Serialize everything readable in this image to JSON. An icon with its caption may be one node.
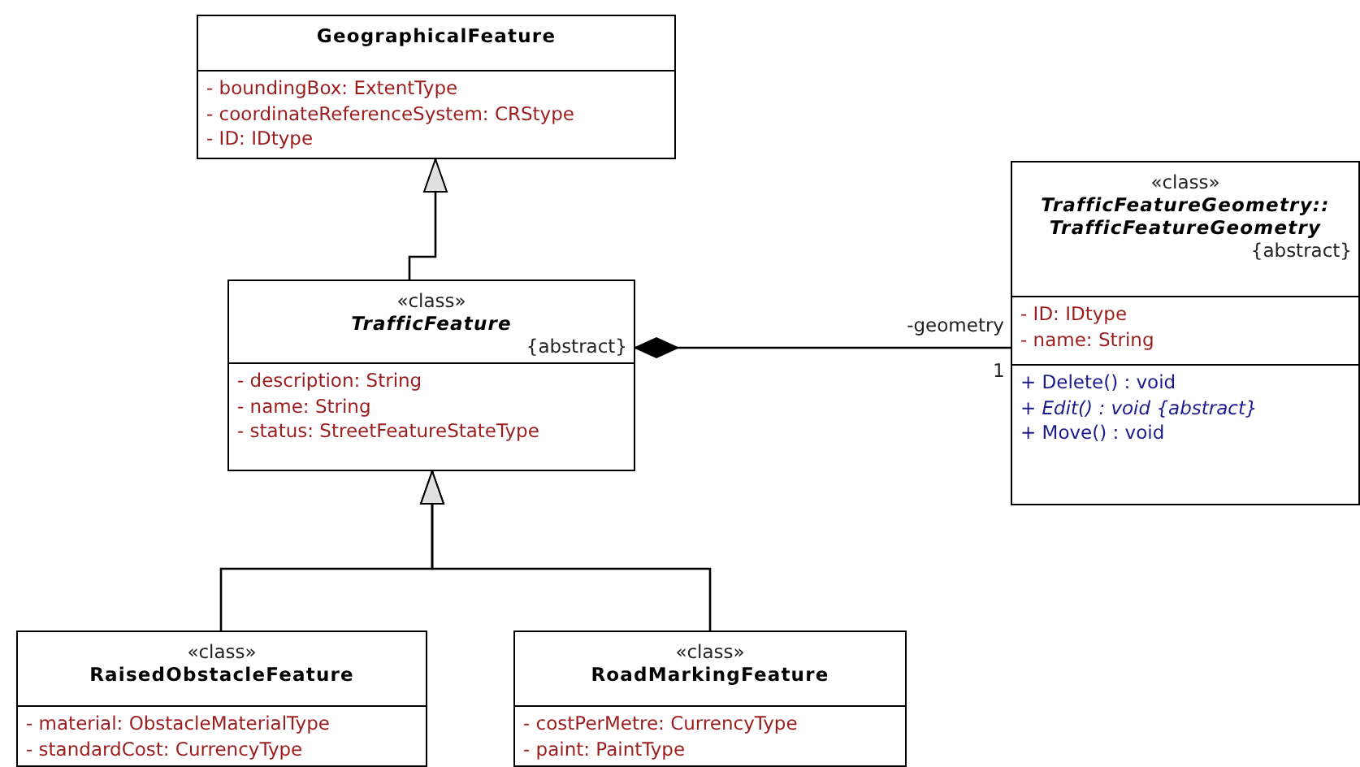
{
  "diagram": {
    "nodes": [
      {
        "text": [
          "GeographicalFeature",
          "- boundingBox: ExtentType",
          "- coordinateReferenceSystem: CRStype",
          "- ID: IDtype"
        ]
      },
      {
        "text": [
          "«class»",
          "TrafficFeature",
          "{abstract}",
          "- description: String",
          "- name: String",
          "- status: StreetFeatureStateType"
        ]
      },
      {
        "text": [
          "«class»",
          "TrafficFeatureGeometry:: TrafficFeatureGeometry",
          "{abstract}",
          "- ID: IDtype",
          "- name: String",
          "+ Delete() : void",
          "+ Edit() : void {abstract}",
          "+ Move() : void"
        ]
      },
      {
        "text": [
          "«class»",
          "RaisedObstacleFeature",
          "- material: ObstacleMaterialType",
          "- standardCost: CurrencyType"
        ]
      },
      {
        "text": [
          "«class»",
          "RoadMarkingFeature",
          "- costPerMetre: CurrencyType",
          "- paint: PaintType"
        ]
      }
    ],
    "edges": [
      {
        "from": 1,
        "to": 0,
        "arrow": "to"
      },
      {
        "from": 1,
        "to": 2,
        "arrow": "other",
        "label": "-geometry"
      },
      {
        "from": 3,
        "to": 1,
        "arrow": "to"
      },
      {
        "from": 4,
        "to": 1,
        "arrow": "to"
      }
    ],
    "labels": [
      "1"
    ]
  }
}
